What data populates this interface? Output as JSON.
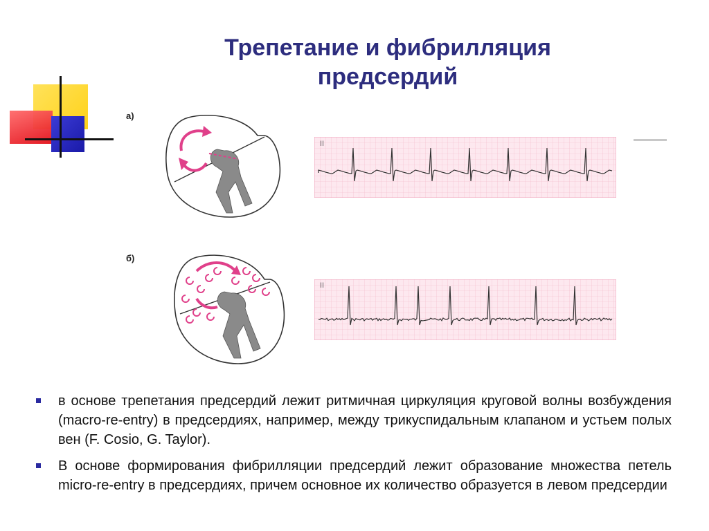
{
  "title": {
    "line1": "Трепетание и фибрилляция",
    "line2": "предсердий"
  },
  "figure": {
    "panel_a": {
      "label": "а)",
      "lead": "II"
    },
    "panel_b": {
      "label": "б)",
      "lead": "II"
    }
  },
  "colors": {
    "title": "#2d2d7e",
    "bullet": "#2a2aa0",
    "ecg_grid": "#f3b6c8",
    "ecg_bg": "#fde8ef",
    "arrow": "#e0408a",
    "conduction": "#8a8a8a"
  },
  "bullets": [
    {
      "text": "в основе трепетания предсердий лежит ритмичная циркуляция круговой волны возбуждения (macro-re-entry) в предсердиях, например, между трикуспидальным клапаном и устьем полых вен (F. Cosio, G. Taylor)."
    },
    {
      "text": "В основе формирования фибрилляции предсердий лежит образование множества петель micro-re-entry в предсердиях, причем основное их количество образуется в левом предсердии"
    }
  ]
}
